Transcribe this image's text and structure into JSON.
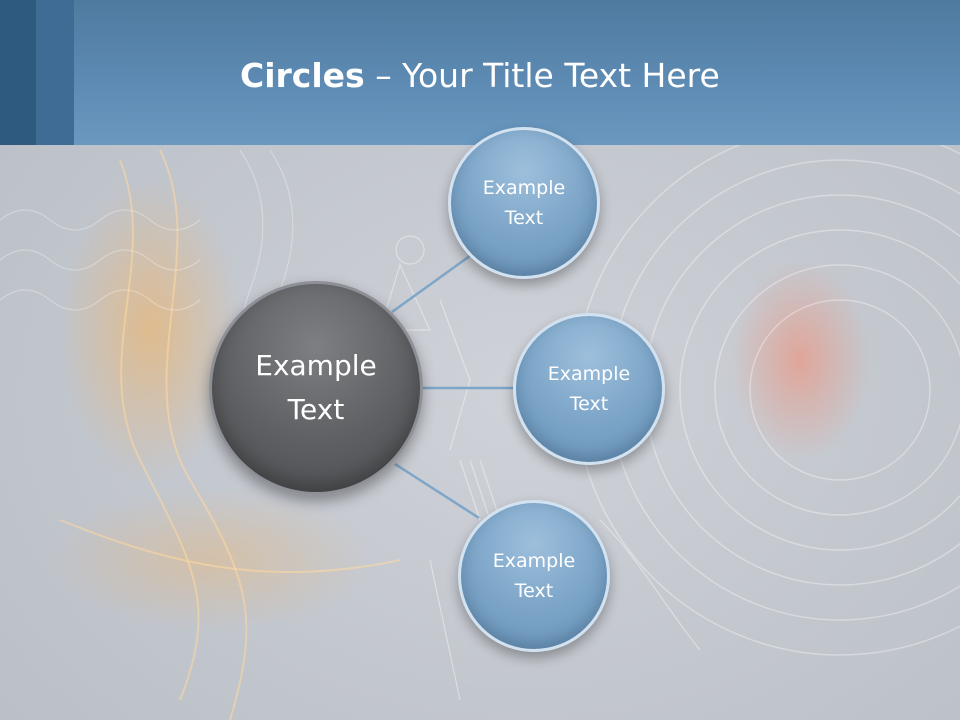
{
  "slide": {
    "title_bold": "Circles",
    "title_rest": " – Your Title Text Here"
  },
  "diagram": {
    "center": {
      "label": "Example Text"
    },
    "nodes": [
      {
        "label": "Example Text"
      },
      {
        "label": "Example Text"
      },
      {
        "label": "Example Text"
      }
    ]
  },
  "colors": {
    "title_bar": "#5d8ab2",
    "center_circle": "#5e5f62",
    "node_circle": "#7aa3c6",
    "connector": "#7ea6c8"
  }
}
